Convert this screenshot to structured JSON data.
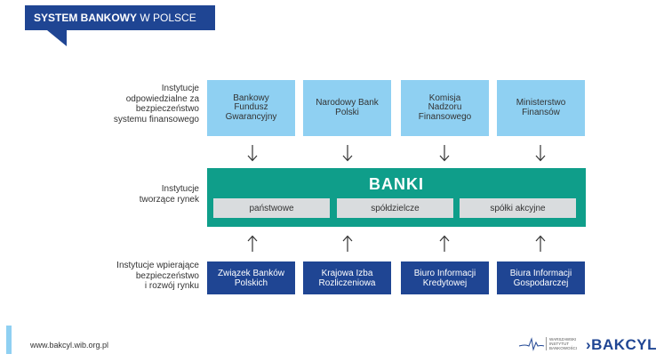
{
  "header": {
    "title_bold": "SYSTEM BANKOWY",
    "title_rest": " W POLSCE"
  },
  "rows": {
    "top_label": "Instytucje\nodpowiedzialne za\nbezpieczeństwo\nsystemu finansowego",
    "middle_label": "Instytucje\ntworzące rynek",
    "bottom_label": "Instytucje wpierające\nbezpieczeństwo\ni rozwój rynku"
  },
  "top_boxes": [
    "Bankowy\nFundusz\nGwarancyjny",
    "Narodowy Bank\nPolski",
    "Komisja\nNadzoru\nFinansowego",
    "Ministerstwo\nFinansów"
  ],
  "banki": {
    "title": "BANKI",
    "types": [
      "państwowe",
      "spółdzielcze",
      "spółki akcyjne"
    ]
  },
  "bottom_boxes": [
    "Związek Banków\nPolskich",
    "Krajowa Izba\nRozliczeniowa",
    "Biuro Informacji\nKredytowej",
    "Biura Informacji\nGospodarczej"
  ],
  "footer": {
    "url": "www.bakcyl.wib.org.pl",
    "wib_text": "WARSZAWSKI\nINSTYTUT\nBANKOWOŚCI",
    "bakcyl_logo": "BAKCYL"
  },
  "colors": {
    "dark_blue": "#1f4593",
    "light_blue": "#8fd0f2",
    "teal": "#0f9e8a",
    "grey": "#d9dcde"
  }
}
